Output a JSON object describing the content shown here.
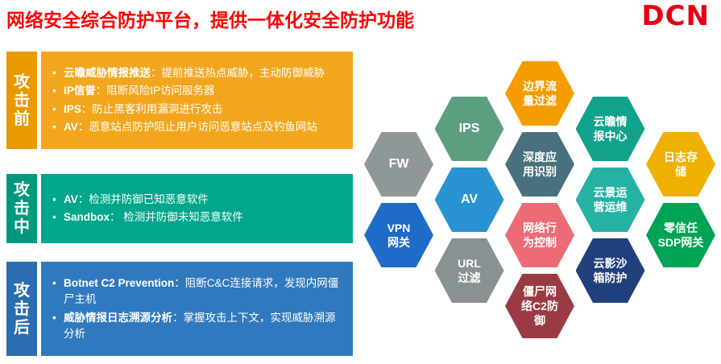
{
  "header": {
    "title": "网络安全综合防护平台，提供一体化安全防护功能",
    "title_color": "#FF0000",
    "logo_text": "DCN",
    "logo_color": "#E60012"
  },
  "panels": [
    {
      "id": "before-attack",
      "label": "攻击前",
      "label_bg": "#E89900",
      "box_bg": "#F2A61E",
      "items": [
        {
          "term": "云瞻威胁情报推送",
          "desc": "：提前推送热点威胁，主动防御威胁"
        },
        {
          "term": "IP信誉",
          "desc": "：阻断风险IP访问服务器"
        },
        {
          "term": "IPS",
          "desc": "：防止黑客利用漏洞进行攻击"
        },
        {
          "term": "AV",
          "desc": "：恶意站点防护阻止用户访问恶意站点及钓鱼网站"
        }
      ]
    },
    {
      "id": "during-attack",
      "label": "攻击中",
      "label_bg": "#00997E",
      "box_bg": "#00A78C",
      "items": [
        {
          "term": "AV",
          "desc": "：检测并防御已知恶意软件"
        },
        {
          "term": "Sandbox",
          "desc": "： 检测并防御未知恶意软件"
        }
      ]
    },
    {
      "id": "after-attack",
      "label": "攻击后",
      "label_bg": "#2A6DB0",
      "box_bg": "#3079BE",
      "items": [
        {
          "term": "Botnet C2 Prevention",
          "desc": "：阻断C&C连接请求，发现内网僵尸主机"
        },
        {
          "term": "威胁情报日志溯源分析",
          "desc": "：掌握攻击上下文，实现威胁溯源分析"
        }
      ]
    }
  ],
  "hexagons": [
    {
      "id": "fw",
      "lines": [
        "FW"
      ],
      "color": "#8F9798",
      "col": 0,
      "row": 1
    },
    {
      "id": "vpn-gateway",
      "lines": [
        "VPN",
        "网关"
      ],
      "color": "#1E6BC8",
      "col": 0,
      "row": 2
    },
    {
      "id": "ips",
      "lines": [
        "IPS"
      ],
      "color": "#5C9F80",
      "col": 1,
      "row": 0.5
    },
    {
      "id": "av",
      "lines": [
        "AV"
      ],
      "color": "#2892D2",
      "col": 1,
      "row": 1.5
    },
    {
      "id": "url-filter",
      "lines": [
        "URL",
        "过滤"
      ],
      "color": "#8A9193",
      "col": 1,
      "row": 2.5
    },
    {
      "id": "boundary-traffic-filter",
      "lines": [
        "边界流",
        "量过滤"
      ],
      "color": "#F59C00",
      "col": 2,
      "row": 0
    },
    {
      "id": "deep-app-identification",
      "lines": [
        "深度应",
        "用识别"
      ],
      "color": "#49707F",
      "col": 2,
      "row": 1
    },
    {
      "id": "network-behavior-control",
      "lines": [
        "网络行",
        "为控制"
      ],
      "color": "#ED6B76",
      "col": 2,
      "row": 2
    },
    {
      "id": "botnet-c2-defense",
      "lines": [
        "僵尸网",
        "络C2防",
        "御"
      ],
      "color": "#9A3B44",
      "col": 2,
      "row": 3
    },
    {
      "id": "cloud-intel-center",
      "lines": [
        "云瞻情",
        "报中心"
      ],
      "color": "#12A28B",
      "col": 3,
      "row": 0.5
    },
    {
      "id": "cloud-ops",
      "lines": [
        "云景运",
        "营运维"
      ],
      "color": "#26B2A2",
      "col": 3,
      "row": 1.5
    },
    {
      "id": "cloud-sandbox",
      "lines": [
        "云影沙",
        "箱防护"
      ],
      "color": "#20407C",
      "col": 3,
      "row": 2.5
    },
    {
      "id": "log-storage",
      "lines": [
        "日志存",
        "储"
      ],
      "color": "#EFB000",
      "col": 4,
      "row": 1
    },
    {
      "id": "zero-trust-sdp",
      "lines": [
        "零信任",
        "SDP网关"
      ],
      "color": "#00A454",
      "col": 4,
      "row": 2
    }
  ]
}
